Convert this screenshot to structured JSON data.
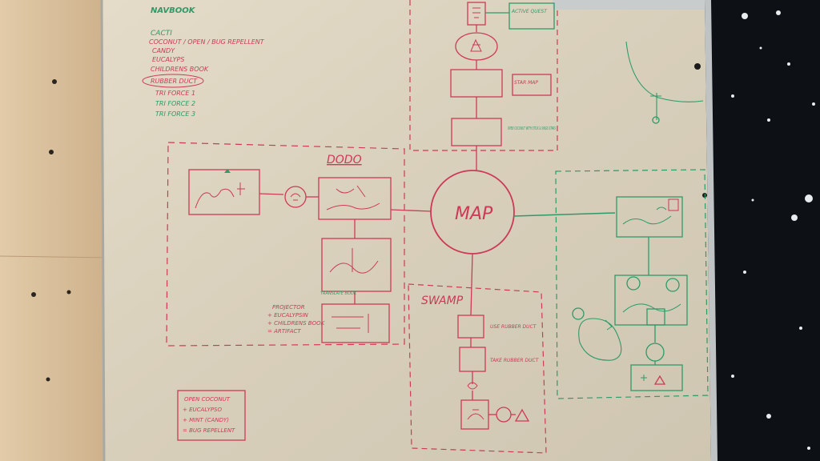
{
  "colors": {
    "red": "#cc3a55",
    "green": "#2e9a68",
    "board": "#dcd4c1",
    "wood": "#d9c2a1",
    "wall": "#0d1014"
  },
  "board": {
    "inventory_header": "NAVBOOK",
    "inventory_items": [
      "CACTI",
      "COCONUT / OPEN / BUG REPELLENT",
      "CANDY",
      "EUCALYPS",
      "CHILDRENS BOOK",
      "RUBBER DUCT",
      "TRI FORCE 1",
      "TRI FORCE 2",
      "TRI FORCE 3"
    ],
    "map_label": "MAP",
    "dodo_label": "DODO",
    "swamp_label": "SWAMP",
    "top_notes": [
      "ACTIVE QUEST",
      "STAR MAP",
      "OPEN COCONUT WITH STICK & SINGS STARS"
    ],
    "swamp_notes": [
      "USE RUBBER DUCT",
      "TAKE RUBBER DUCT"
    ],
    "dodo_notes": [
      "PROJECTOR",
      "+ EUCALYPSIN",
      "+ CHILDRENS BOOK",
      "= ARTIFACT"
    ],
    "dodo_small_note": "TRANSLATE BOOK",
    "recipe_notes": [
      "OPEN COCONUT",
      "+ EUCALYPSO",
      "+ MINT (CANDY)",
      "= BUG REPELLENT"
    ]
  }
}
